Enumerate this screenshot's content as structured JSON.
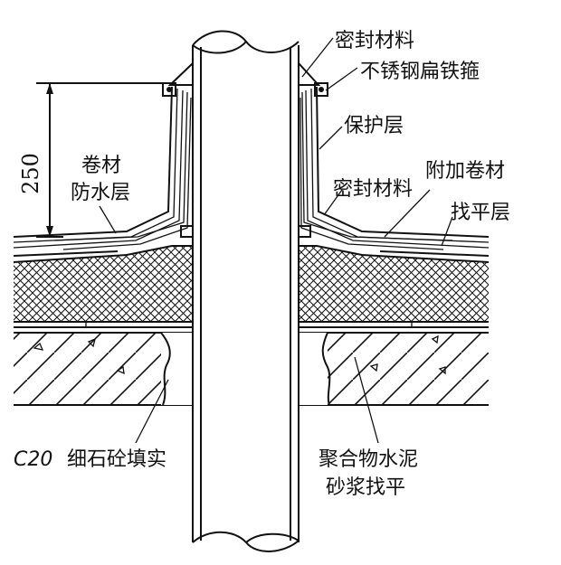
{
  "labels": {
    "sealant_top": "密封材料",
    "steel_hoop": "不锈钢扁铁箍",
    "protective_layer": "保护层",
    "membrane_line1": "卷材",
    "membrane_line2": "防水层",
    "additional_membrane": "附加卷材",
    "sealant_mid": "密封材料",
    "leveling_layer": "找平层",
    "fill_prefix": "C20",
    "fill_text": "细石砼填实",
    "mortar_line1": "聚合物水泥",
    "mortar_line2": "砂浆找平"
  },
  "dimension": {
    "height_value": "250"
  },
  "colors": {
    "ink": "#111111",
    "background": "#ffffff"
  }
}
